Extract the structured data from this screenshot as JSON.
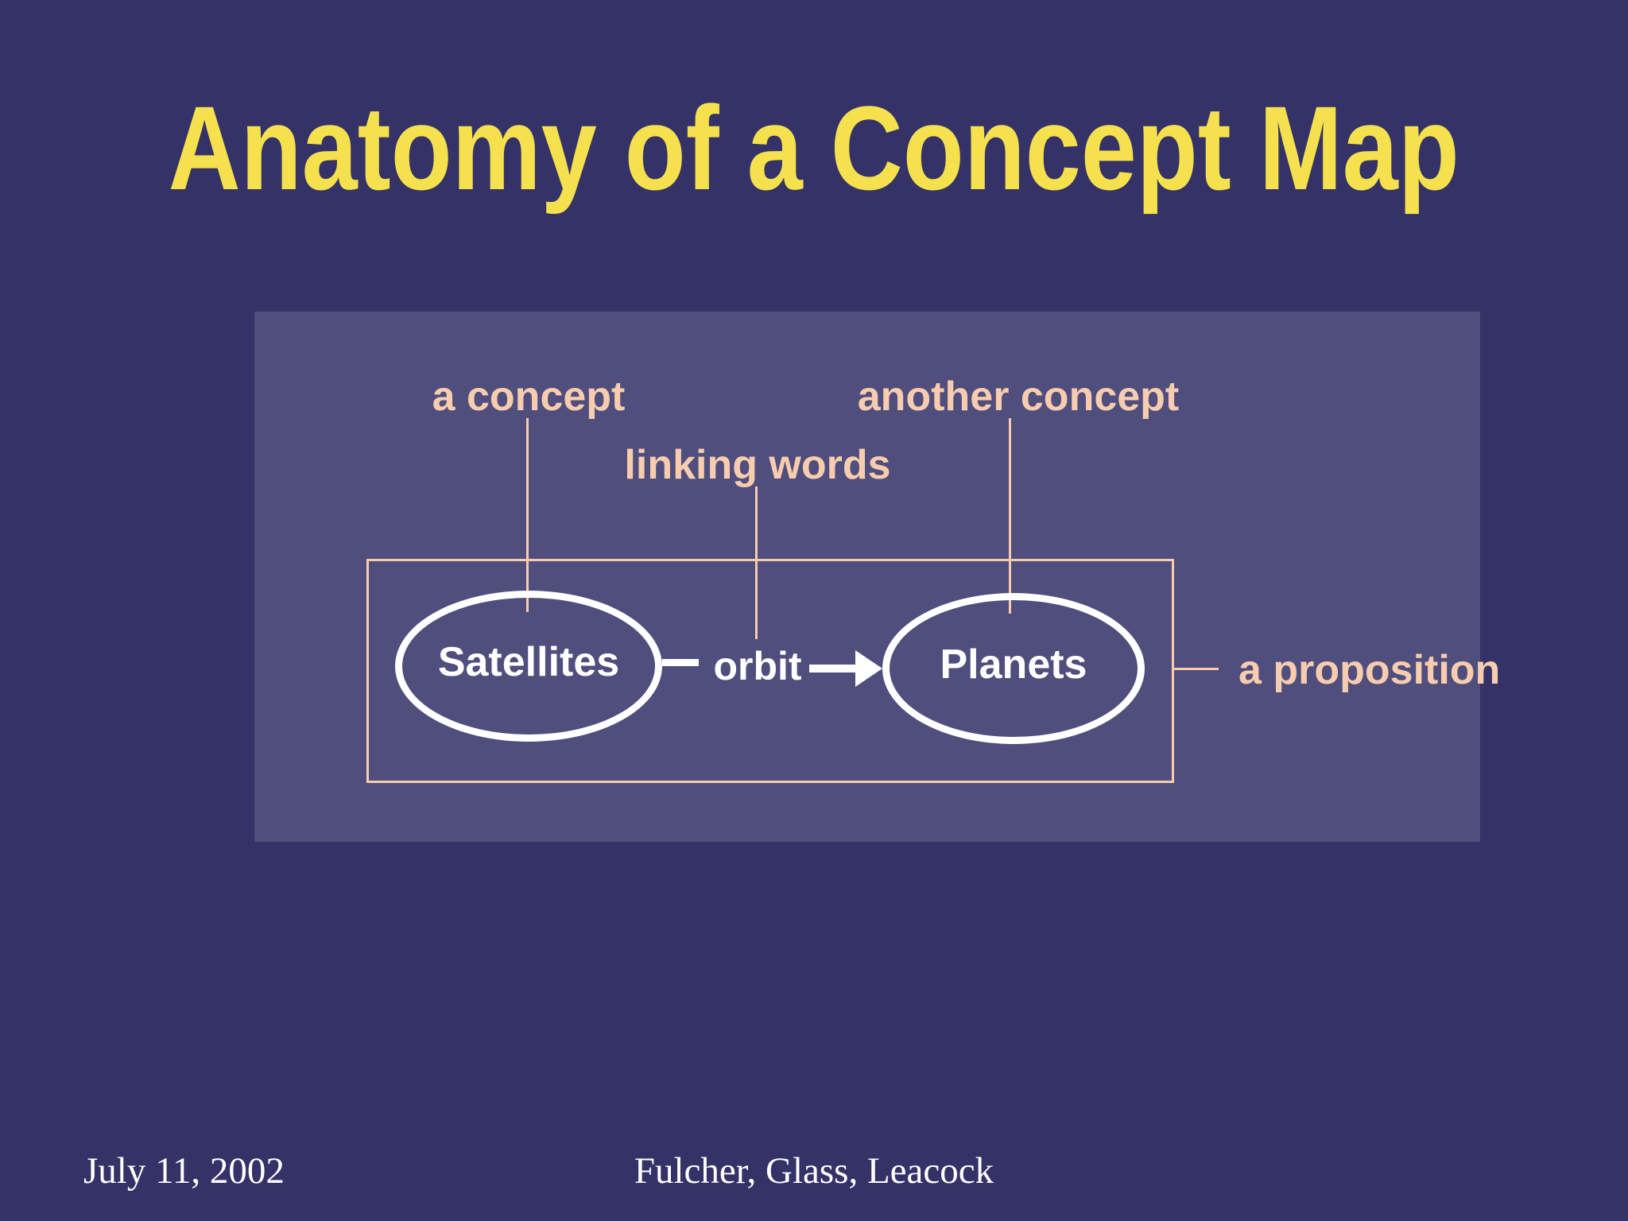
{
  "slide": {
    "title": "Anatomy of a Concept Map",
    "footer": {
      "date": "July 11, 2002",
      "authors": "Fulcher, Glass, Leacock"
    }
  },
  "diagram": {
    "annotations": {
      "concept1": "a concept",
      "concept2": "another concept",
      "linking_words": "linking words",
      "proposition": "a proposition"
    },
    "nodes": {
      "left_concept": "Satellites",
      "right_concept": "Planets"
    },
    "link_label": "orbit"
  },
  "colors": {
    "slide_background": "#343266",
    "panel_background": "#4F4E7D",
    "title_text": "#F5E14E",
    "annotation_text": "#F8CCAE",
    "node_stroke": "#FFFFFF",
    "node_text": "#FFFFFF",
    "footer_text": "#FFFFFF"
  }
}
